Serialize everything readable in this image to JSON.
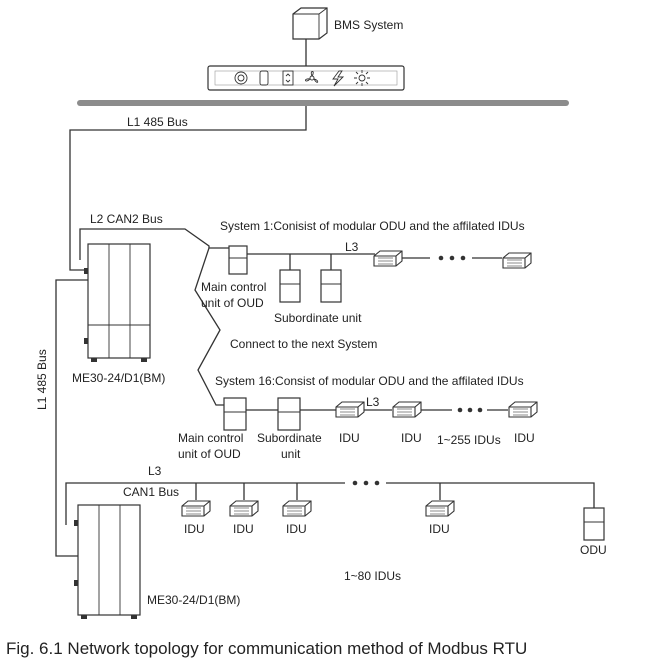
{
  "bms": {
    "system_label": "BMS System",
    "gateway_icons": [
      "circle-icon",
      "unit-icon",
      "thermostat-icon",
      "fan-icon",
      "lightning-icon",
      "sun-icon"
    ]
  },
  "buses": {
    "l1_top": "L1 485 Bus",
    "l1_side": "L1 485 Bus",
    "l2": "L2 CAN2 Bus",
    "can1": "CAN1 Bus",
    "l3_sys1": "L3",
    "l3_sys16": "L3",
    "l3_bottom": "L3"
  },
  "gateways": {
    "top_model": "ME30-24/D1(BM)",
    "bottom_model": "ME30-24/D1(BM)"
  },
  "system1": {
    "title": "System 1:Conisist of modular ODU and the affilated IDUs",
    "main_unit_line1": "Main control",
    "main_unit_line2": "unit of OUD",
    "subordinate": "Subordinate unit"
  },
  "connect_next": "Connect to the next System",
  "system16": {
    "title": "System 16:Consist of modular ODU and the affilated IDUs",
    "main_unit_line1": "Main control",
    "main_unit_line2": "unit of OUD",
    "subordinate_line1": "Subordinate",
    "subordinate_line2": "unit",
    "idu1": "IDU",
    "idu2": "IDU",
    "range": "1~255 IDUs",
    "idu3": "IDU"
  },
  "can1_network": {
    "idus": [
      "IDU",
      "IDU",
      "IDU",
      "IDU"
    ],
    "odu": "ODU",
    "range": "1~80 IDUs"
  },
  "caption": "Fig. 6.1 Network topology for communication method of Modbus RTU"
}
